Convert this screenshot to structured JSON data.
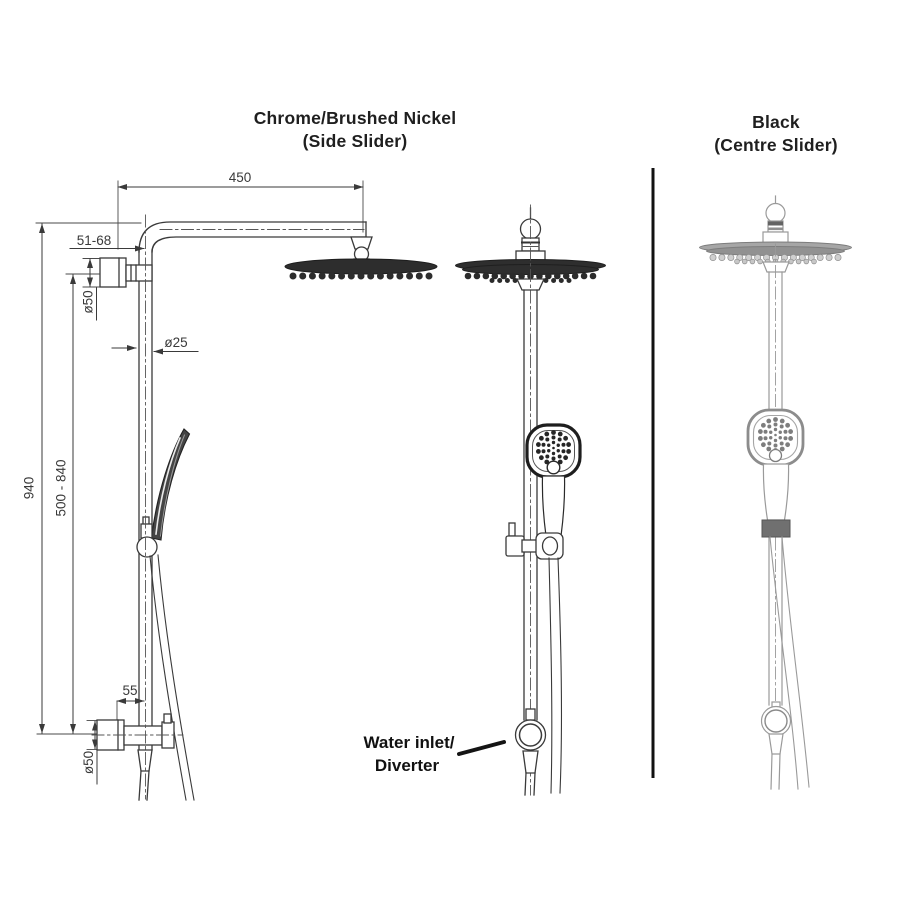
{
  "titles": {
    "left": {
      "line1": "Chrome/Brushed Nickel",
      "line2": "(Side Slider)"
    },
    "right": {
      "line1": "Black",
      "line2": "(Centre Slider)"
    }
  },
  "labels": {
    "water_inlet": {
      "line1": "Water inlet/",
      "line2": "Diverter"
    }
  },
  "dimensions": {
    "arm_length": "450",
    "wall_to_pipe": "51-68",
    "top_bracket_diameter": "ø50",
    "pipe_diameter": "ø25",
    "total_height": "940",
    "slider_height_range": "500 - 840",
    "inlet_offset": "55",
    "inlet_bracket_diameter": "ø50"
  },
  "colors": {
    "drawing_line": "#3a3a3a",
    "drawing_dark_fill": "#2d2d2d",
    "black_variant_line": "#9a9a9a",
    "black_variant_dark": "#6e6e6e",
    "divider": "#111111",
    "text": "#1f1f1f",
    "background": "#ffffff"
  }
}
